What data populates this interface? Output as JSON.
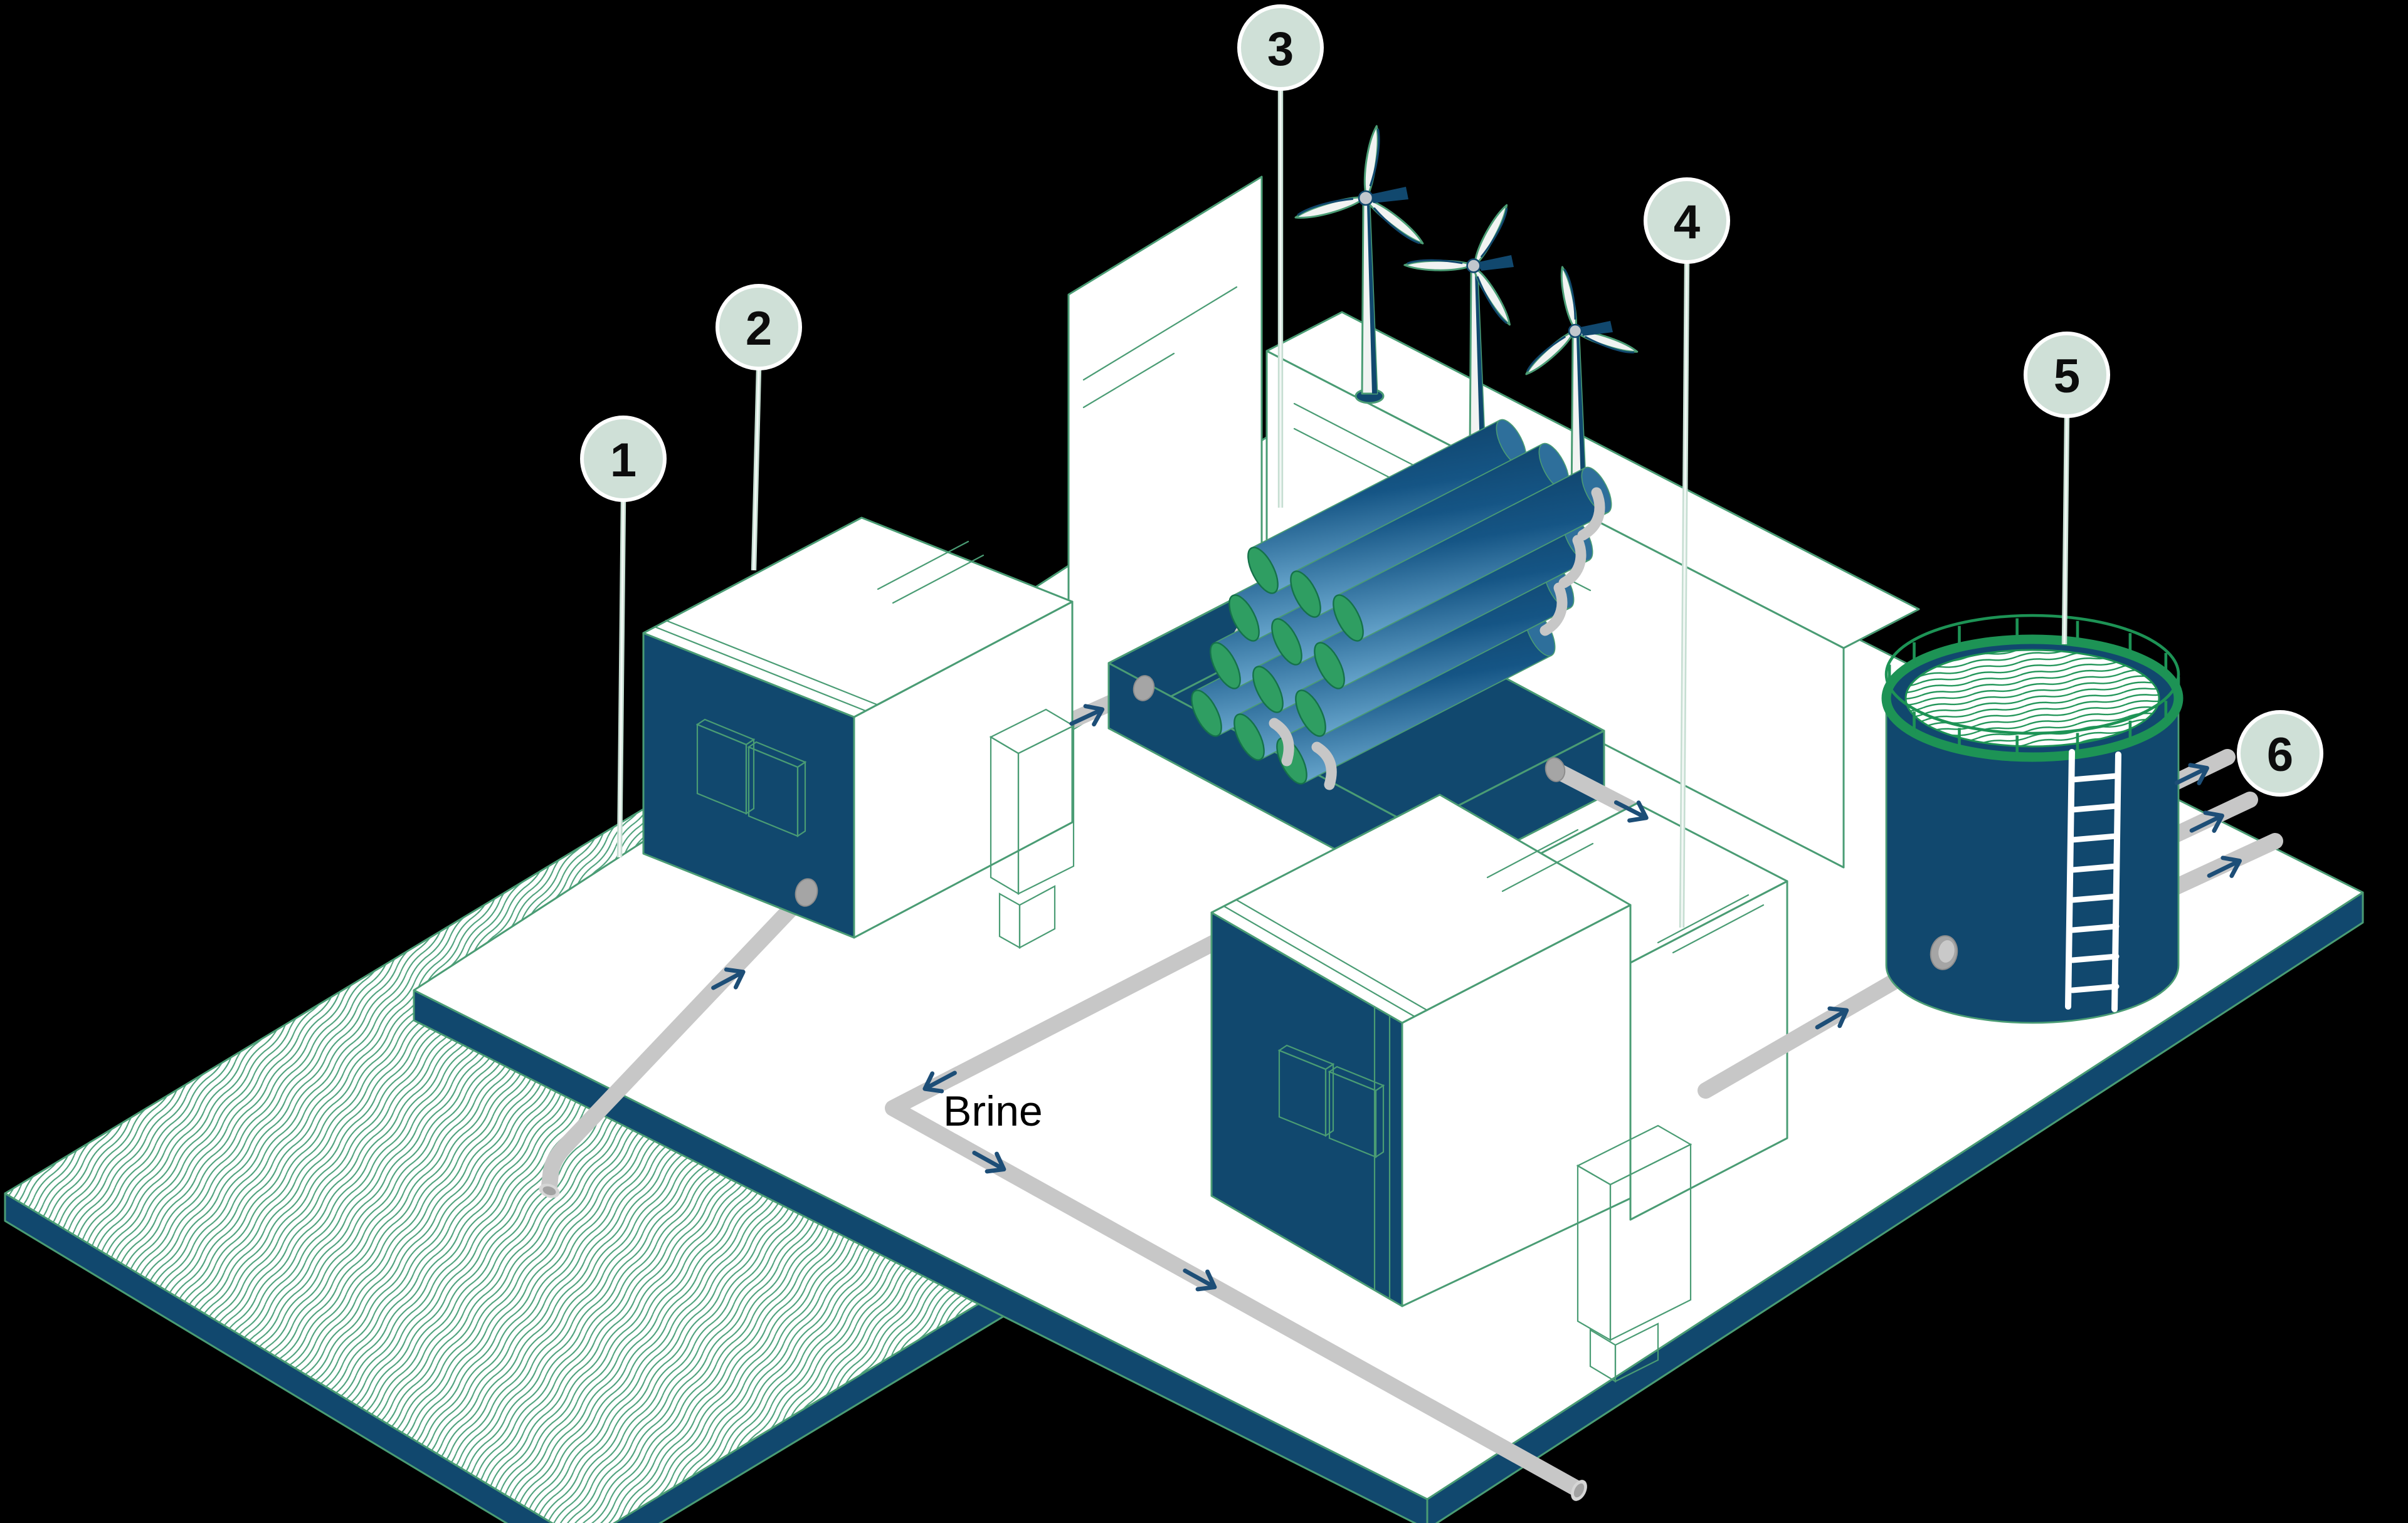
{
  "figure": {
    "kind": "isometric-process-diagram",
    "subject": "seawater desalination plant powered by wind energy"
  },
  "labels": {
    "brine": "Brine"
  },
  "callouts": [
    {
      "label": "1"
    },
    {
      "label": "2"
    },
    {
      "label": "3"
    },
    {
      "label": "4"
    },
    {
      "label": "5"
    },
    {
      "label": "6"
    }
  ],
  "colors": {
    "background": "#000000",
    "surface_white": "#ffffff",
    "navy": "#11486e",
    "outline_green": "#4a9c74",
    "bright_green": "#1d9355",
    "panel_green": "#5fad87",
    "sage": "#cfe0d7",
    "pipe_gray": "#c7c7c7",
    "arrow_navy": "#1d4e77",
    "membrane_dark": "#0d3c60",
    "membrane_mid": "#155585",
    "membrane_light": "#6fadd3",
    "cap_green": "#2f9e62",
    "hub_gray": "#c2c7cd",
    "label_text": "#000000"
  }
}
